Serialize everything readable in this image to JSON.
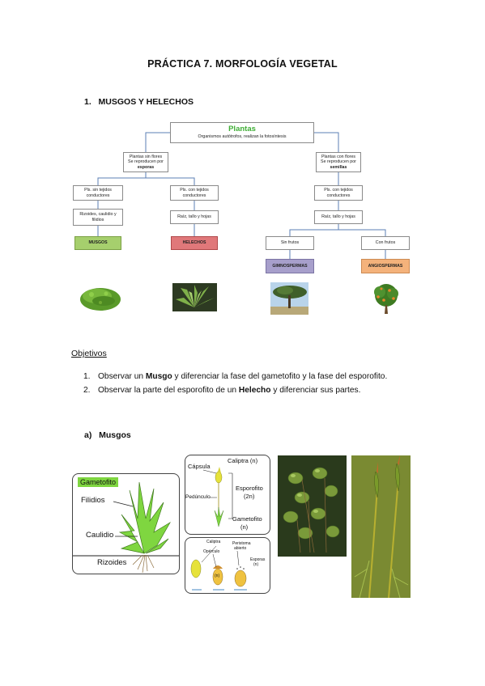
{
  "title": "PRÁCTICA 7. MORFOLOGÍA VEGETAL",
  "section1": {
    "number": "1.",
    "title": "MUSGOS Y HELECHOS"
  },
  "tree": {
    "root": {
      "title": "Plantas",
      "subtitle": "Organismos autótrofos, realizan la fotosíntesis"
    },
    "sin_flores": {
      "line1": "Plantas sin flores",
      "line2": "Se reproducen por",
      "bold": "esporas"
    },
    "con_flores": {
      "line1": "Plantas con flores",
      "line2": "Se reproducen por",
      "bold": "semillas"
    },
    "sin_tejidos": "Pls. sin tejidos conductores",
    "con_tejidos_1": "Pls. con tejidos conductores",
    "con_tejidos_2": "Pls. con tejidos conductores",
    "rizoides": "Rizoides, caulidio y filidios",
    "raiz_1": "Raíz, tallo y hojas",
    "raiz_2": "Raíz, tallo y hojas",
    "sin_frutos": "Sin frutos",
    "con_frutos": "Con frutos",
    "groups": {
      "musgos": "MUSGOS",
      "helechos": "HELECHOS",
      "gimnospermas": "GIMNOSPERMAS",
      "angiospermas": "ANGIOSPERMAS"
    },
    "colors": {
      "plantas": "#3fae35",
      "musgos": "#a6cf6d",
      "helechos": "#e0787a",
      "gimnospermas": "#a79fcb",
      "angiospermas": "#f4b27b"
    }
  },
  "objetivos": {
    "heading": "Objetivos",
    "items": [
      {
        "num": "1.",
        "pre": "Observar un ",
        "bold": "Musgo",
        "post": " y diferenciar la fase del gametofito y la fase del esporofito."
      },
      {
        "num": "2.",
        "pre": "Observar la parte del esporofito de un ",
        "bold": "Helecho",
        "post": " y diferenciar sus partes."
      }
    ]
  },
  "subsection": {
    "label": "a)",
    "title": "Musgos"
  },
  "gametofito_diagram": {
    "label": "Gametofito",
    "filidios": "Filidios",
    "caulidio": "Caulidio",
    "rizoides": "Rizoides"
  },
  "esporofito_diagram": {
    "capsula": "Cápsula",
    "caliptra": "Caliptra (n)",
    "pedunculo": "Pedúnculo",
    "esporofito": "Esporofito",
    "esporofito_n": "(2n)",
    "gametofito": "Gametofito",
    "gametofito_n": "(n)"
  },
  "capsule_diagram": {
    "caliptra": "Caliptra",
    "operculo": "Opérculo",
    "peristoma": "Peristoma",
    "abierto": "abierto",
    "esporas": "Esporas",
    "esporas_n": "(n)",
    "n_label": "(n)"
  }
}
